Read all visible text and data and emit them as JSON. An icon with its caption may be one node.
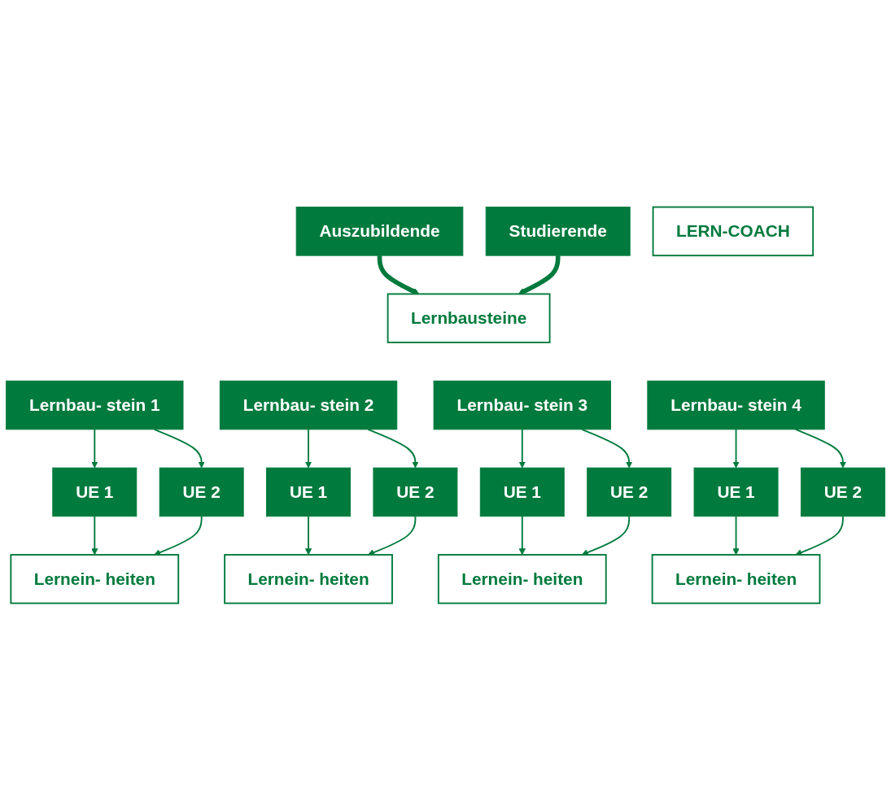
{
  "diagram": {
    "nodes": [
      {
        "text": [
          "Auszubildende"
        ]
      },
      {
        "text": [
          "Studierende"
        ]
      },
      {
        "text": [
          "Lernbausteine"
        ]
      },
      {
        "text": [
          "Lernbau- stein 1"
        ]
      },
      {
        "text": [
          "Lernbau- stein 2"
        ]
      },
      {
        "text": [
          "Lernbau- stein 3"
        ]
      },
      {
        "text": [
          "Lernbau- stein 4"
        ]
      },
      {
        "text": [
          "UE 1"
        ]
      },
      {
        "text": [
          "UE 2"
        ]
      },
      {
        "text": [
          "UE 1"
        ]
      },
      {
        "text": [
          "UE 2"
        ]
      },
      {
        "text": [
          "UE 1"
        ]
      },
      {
        "text": [
          "UE 2"
        ]
      },
      {
        "text": [
          "UE 1"
        ]
      },
      {
        "text": [
          "UE 2"
        ]
      },
      {
        "text": [
          "Lernein- heiten"
        ]
      },
      {
        "text": [
          "Lernein- heiten"
        ]
      },
      {
        "text": [
          "Lernein- heiten"
        ]
      },
      {
        "text": [
          "Lernein- heiten"
        ]
      },
      {
        "text": [
          "LERN-COACH"
        ]
      }
    ],
    "edges": [
      {
        "from": 0,
        "to": 2,
        "arrow": "to",
        "style": "thick"
      },
      {
        "from": 1,
        "to": 2,
        "arrow": "to",
        "style": "thick"
      },
      {
        "from": 3,
        "to": 7,
        "arrow": "to"
      },
      {
        "from": 3,
        "to": 8,
        "arrow": "to"
      },
      {
        "from": 4,
        "to": 9,
        "arrow": "to"
      },
      {
        "from": 4,
        "to": 10,
        "arrow": "to"
      },
      {
        "from": 5,
        "to": 11,
        "arrow": "to"
      },
      {
        "from": 5,
        "to": 12,
        "arrow": "to"
      },
      {
        "from": 6,
        "to": 13,
        "arrow": "to"
      },
      {
        "from": 6,
        "to": 14,
        "arrow": "to"
      },
      {
        "from": 7,
        "to": 15,
        "arrow": "to"
      },
      {
        "from": 8,
        "to": 15,
        "arrow": "to"
      },
      {
        "from": 9,
        "to": 16,
        "arrow": "to"
      },
      {
        "from": 10,
        "to": 16,
        "arrow": "to"
      },
      {
        "from": 11,
        "to": 17,
        "arrow": "to"
      },
      {
        "from": 12,
        "to": 17,
        "arrow": "to"
      },
      {
        "from": 13,
        "to": 18,
        "arrow": "to"
      },
      {
        "from": 14,
        "to": 18,
        "arrow": "to"
      }
    ]
  }
}
